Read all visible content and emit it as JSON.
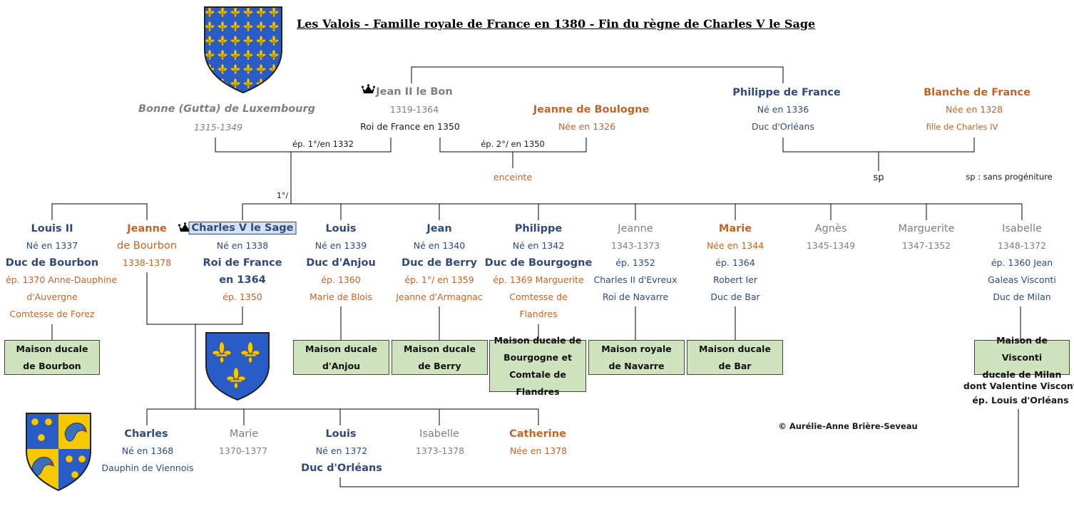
{
  "title": "Les Valois - Famille royale de France en 1380 - Fin du règne de Charles V le Sage",
  "copyright": "© Aurélie-Anne Brière-Seveau",
  "legend": "sp : sans progéniture",
  "marriage_labels": {
    "first": "ép. 1°/en 1332",
    "second": "ép. 2°/ en 1350",
    "first_child": "1°/",
    "enceinte": "enceinte",
    "sp": "sp"
  },
  "gen1": {
    "bonne": {
      "name": "Bonne (Gutta) de Luxembourg",
      "dates": "1315-1349"
    },
    "jean": {
      "name": "Jean II le Bon",
      "dates": "1319-1364",
      "title": "Roi de France en 1350"
    },
    "jeanne_boulogne": {
      "name": "Jeanne de Boulogne",
      "born": "Née en 1326"
    },
    "philippe_france": {
      "name": "Philippe de France",
      "born": "Né en 1336",
      "title": "Duc d'Orléans"
    },
    "blanche": {
      "name": "Blanche de France",
      "born": "Née en 1328",
      "note": "fille de Charles IV"
    }
  },
  "gen2": {
    "louis2": {
      "name": "Louis II",
      "born": "Né en 1337",
      "title": "Duc de Bourbon",
      "marr1": "ép. 1370 Anne-Dauphine",
      "marr2": "d'Auvergne",
      "marr3": "Comtesse de Forez"
    },
    "jeanne_bourbon": {
      "name": "Jeanne",
      "name2": "de Bourbon",
      "dates": "1338-1378"
    },
    "charles5": {
      "name": "Charles V le Sage",
      "born": "Né en 1338",
      "title1": "Roi de France",
      "title2": "en 1364",
      "marr": "ép. 1350"
    },
    "louis_anjou": {
      "name": "Louis",
      "born": "Né en 1339",
      "title": "Duc d'Anjou",
      "marr1": "ép. 1360",
      "marr2": "Marie de Blois"
    },
    "jean_berry": {
      "name": "Jean",
      "born": "Né en 1340",
      "title": "Duc de Berry",
      "marr1": "ép. 1°/ en 1359",
      "marr2": "Jeanne d'Armagnac"
    },
    "philippe_bourgogne": {
      "name": "Philippe",
      "born": "Né en 1342",
      "title": "Duc de Bourgogne",
      "marr1": "ép. 1369 Marguerite",
      "marr2": "Comtesse de",
      "marr3": "Flandres"
    },
    "jeanne_navarre": {
      "name": "Jeanne",
      "dates": "1343-1373",
      "marr1": "ép. 1352",
      "marr2": "Charles II d'Evreux",
      "marr3": "Roi de Navarre"
    },
    "marie_bar": {
      "name": "Marie",
      "born": "Née en 1344",
      "marr1": "ép. 1364",
      "marr2": "Robert Ier",
      "marr3": "Duc de Bar"
    },
    "agnes": {
      "name": "Agnès",
      "dates": "1345-1349"
    },
    "marguerite": {
      "name": "Marguerite",
      "dates": "1347-1352"
    },
    "isabelle": {
      "name": "Isabelle",
      "dates": "1348-1372",
      "marr1": "ép. 1360 Jean",
      "marr2": "Galeas Visconti",
      "marr3": "Duc de Milan"
    }
  },
  "maisons": {
    "bourbon": {
      "l1": "Maison ducale",
      "l2": "de Bourbon"
    },
    "anjou": {
      "l1": "Maison ducale",
      "l2": "d'Anjou"
    },
    "berry": {
      "l1": "Maison ducale",
      "l2": "de Berry"
    },
    "bourgogne": {
      "l1": "Maison ducale de",
      "l2": "Bourgogne et",
      "l3": "Comtale de Flandres"
    },
    "navarre": {
      "l1": "Maison royale",
      "l2": "de Navarre"
    },
    "bar": {
      "l1": "Maison ducale",
      "l2": "de Bar"
    },
    "visconti": {
      "l1": "Maison de Visconti",
      "l2": "ducale de Milan"
    }
  },
  "visconti_note": {
    "l1": "dont Valentine Visconti",
    "l2": "ép. Louis d'Orléans"
  },
  "gen3": {
    "charles": {
      "name": "Charles",
      "born": "Né en 1368",
      "title": "Dauphin de Viennois"
    },
    "marie": {
      "name": "Marie",
      "dates": "1370-1377"
    },
    "louis": {
      "name": "Louis",
      "born": "Né en 1372",
      "title": "Duc d'Orléans"
    },
    "isabelle": {
      "name": "Isabelle",
      "dates": "1373-1378"
    },
    "catherine": {
      "name": "Catherine",
      "born": "Née en 1378"
    }
  },
  "colors": {
    "blue": "#2f4a78",
    "orange": "#c0652a",
    "gray": "#7f7f7f",
    "maison_green": "#cfe3bf",
    "shield_blue": "#2a5cc8",
    "shield_gold": "#f5c800"
  },
  "icons": [
    "crown-icon",
    "fleur-de-lis-semee-shield",
    "france-moderne-shield",
    "dauphin-shield"
  ]
}
